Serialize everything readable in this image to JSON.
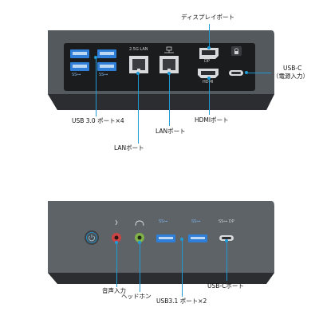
{
  "labels": {
    "display_port": "ディスプレイポート",
    "usb_c_top": "USB-C",
    "usb_c_power": "（電源入力）",
    "usb30": "USB 3.0 ポート×4",
    "hdmi": "HDMIポート",
    "lan_left": "LANポート",
    "lan_right": "LANポート",
    "audio_in": "音声入力",
    "headphone": "ヘッドホン",
    "usb31": "USB3.1 ポート×2",
    "usbc_front": "USB-Cポート"
  },
  "port_text": {
    "lan_25g": "2.5G LAN",
    "dp": "DP",
    "hdmi": "HDMI",
    "ss_left_top": "SS⊶",
    "ss_left_bottom": "SS⊶",
    "ss_front_1": "SS⊶",
    "ss_front_2": "SS⊶",
    "ss_front_c": "SS⊶ DP"
  },
  "colors": {
    "accent": "#1e9bd7",
    "usb_blue": "#2f7fd8",
    "body_gray": "#5e6368",
    "panel_black": "#1b1c1e",
    "audio_red": "#d14a4a",
    "audio_green": "#7fb04a"
  },
  "icons": [
    "usb-port-icon",
    "lan-port-icon",
    "network-icon",
    "displayport-icon",
    "hdmi-port-icon",
    "lock-icon",
    "usb-c-port-icon",
    "power-button-icon",
    "mic-icon",
    "headphone-icon"
  ]
}
